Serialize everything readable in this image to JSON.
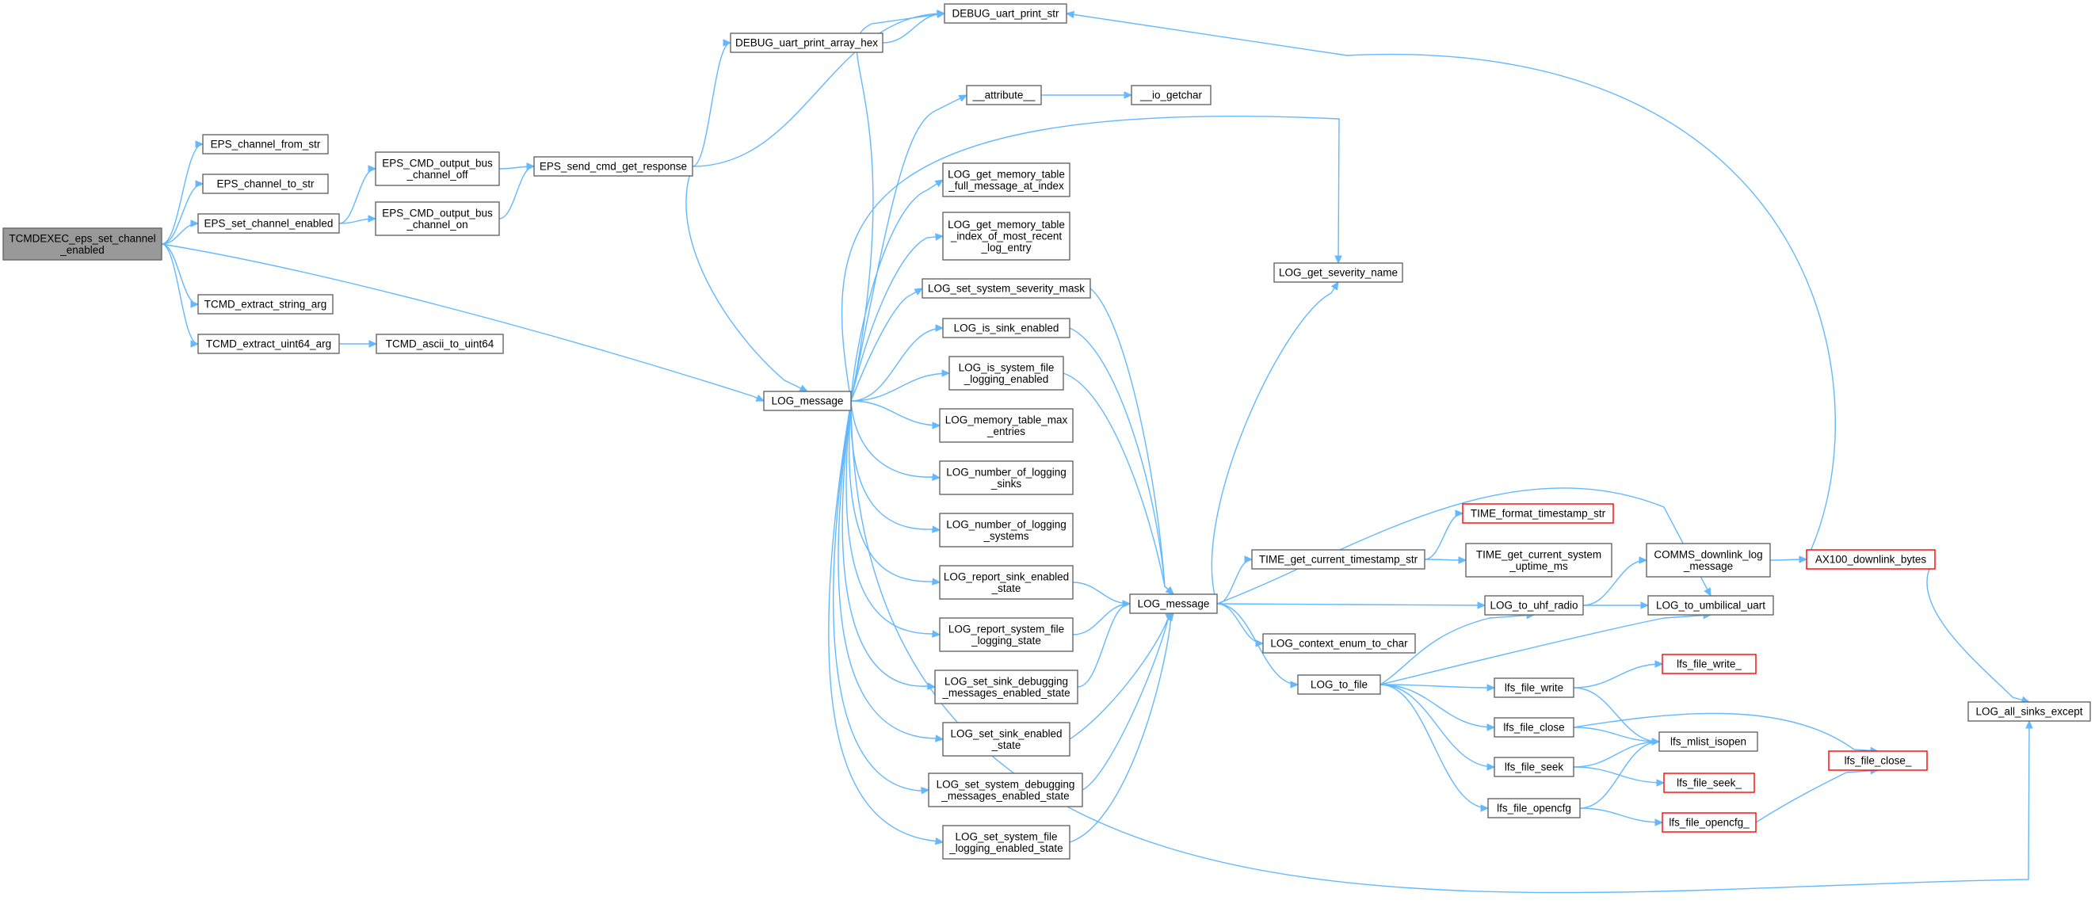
{
  "graph": {
    "type": "call-graph",
    "colors": {
      "edge": "#63b8ff",
      "node_border": "#666666",
      "node_fill": "#ffffff",
      "root_fill": "#999999",
      "truncated_border": "#ff0000"
    },
    "nodes": [
      {
        "id": "root",
        "lines": [
          "TCMDEXEC_eps_set_channel",
          "_enabled"
        ],
        "root": true
      },
      {
        "id": "eps_from_str",
        "lines": [
          "EPS_channel_from_str"
        ]
      },
      {
        "id": "eps_to_str",
        "lines": [
          "EPS_channel_to_str"
        ]
      },
      {
        "id": "eps_set_en",
        "lines": [
          "EPS_set_channel_enabled"
        ]
      },
      {
        "id": "tcmd_str",
        "lines": [
          "TCMD_extract_string_arg"
        ]
      },
      {
        "id": "tcmd_u64",
        "lines": [
          "TCMD_extract_uint64_arg"
        ]
      },
      {
        "id": "tcmd_ascii",
        "lines": [
          "TCMD_ascii_to_uint64"
        ]
      },
      {
        "id": "bus_off",
        "lines": [
          "EPS_CMD_output_bus",
          "_channel_off"
        ]
      },
      {
        "id": "bus_on",
        "lines": [
          "EPS_CMD_output_bus",
          "_channel_on"
        ]
      },
      {
        "id": "send_cmd",
        "lines": [
          "EPS_send_cmd_get_response"
        ]
      },
      {
        "id": "dbg_hex",
        "lines": [
          "DEBUG_uart_print_array_hex"
        ]
      },
      {
        "id": "dbg_str",
        "lines": [
          "DEBUG_uart_print_str"
        ]
      },
      {
        "id": "log_msg1",
        "lines": [
          "LOG_message"
        ]
      },
      {
        "id": "attr",
        "lines": [
          "__attribute__"
        ]
      },
      {
        "id": "io_getchar",
        "lines": [
          "__io_getchar"
        ]
      },
      {
        "id": "mem_full",
        "lines": [
          "LOG_get_memory_table",
          "_full_message_at_index"
        ]
      },
      {
        "id": "mem_idx",
        "lines": [
          "LOG_get_memory_table",
          "_index_of_most_recent",
          "_log_entry"
        ]
      },
      {
        "id": "sev_mask",
        "lines": [
          "LOG_set_system_severity_mask"
        ]
      },
      {
        "id": "sink_en",
        "lines": [
          "LOG_is_sink_enabled"
        ]
      },
      {
        "id": "sys_file",
        "lines": [
          "LOG_is_system_file",
          "_logging_enabled"
        ]
      },
      {
        "id": "mem_max",
        "lines": [
          "LOG_memory_table_max",
          "_entries"
        ]
      },
      {
        "id": "num_sinks",
        "lines": [
          "LOG_number_of_logging",
          "_sinks"
        ]
      },
      {
        "id": "num_sys",
        "lines": [
          "LOG_number_of_logging",
          "_systems"
        ]
      },
      {
        "id": "rep_sink",
        "lines": [
          "LOG_report_sink_enabled",
          "_state"
        ]
      },
      {
        "id": "rep_sys",
        "lines": [
          "LOG_report_system_file",
          "_logging_state"
        ]
      },
      {
        "id": "set_sink_dbg",
        "lines": [
          "LOG_set_sink_debugging",
          "_messages_enabled_state"
        ]
      },
      {
        "id": "set_sink_en",
        "lines": [
          "LOG_set_sink_enabled",
          "_state"
        ]
      },
      {
        "id": "set_sys_dbg",
        "lines": [
          "LOG_set_system_debugging",
          "_messages_enabled_state"
        ]
      },
      {
        "id": "set_sys_file",
        "lines": [
          "LOG_set_system_file",
          "_logging_enabled_state"
        ]
      },
      {
        "id": "sev_name",
        "lines": [
          "LOG_get_severity_name"
        ]
      },
      {
        "id": "log_msg2",
        "lines": [
          "LOG_message"
        ]
      },
      {
        "id": "time_fmt",
        "lines": [
          "TIME_format_timestamp_str"
        ],
        "truncated": true
      },
      {
        "id": "time_cur",
        "lines": [
          "TIME_get_current_timestamp_str"
        ]
      },
      {
        "id": "time_up",
        "lines": [
          "TIME_get_current_system",
          "_uptime_ms"
        ]
      },
      {
        "id": "ctx_enum",
        "lines": [
          "LOG_context_enum_to_char"
        ]
      },
      {
        "id": "log_file",
        "lines": [
          "LOG_to_file"
        ]
      },
      {
        "id": "uhf",
        "lines": [
          "LOG_to_uhf_radio"
        ]
      },
      {
        "id": "umb",
        "lines": [
          "LOG_to_umbilical_uart"
        ]
      },
      {
        "id": "comms",
        "lines": [
          "COMMS_downlink_log",
          "_message"
        ]
      },
      {
        "id": "ax100",
        "lines": [
          "AX100_downlink_bytes"
        ],
        "truncated": true
      },
      {
        "id": "all_sinks",
        "lines": [
          "LOG_all_sinks_except"
        ]
      },
      {
        "id": "lfs_write",
        "lines": [
          "lfs_file_write"
        ]
      },
      {
        "id": "lfs_write_",
        "lines": [
          "lfs_file_write_"
        ],
        "truncated": true
      },
      {
        "id": "lfs_close",
        "lines": [
          "lfs_file_close"
        ]
      },
      {
        "id": "lfs_mlist",
        "lines": [
          "lfs_mlist_isopen"
        ]
      },
      {
        "id": "lfs_seek",
        "lines": [
          "lfs_file_seek"
        ]
      },
      {
        "id": "lfs_seek_",
        "lines": [
          "lfs_file_seek_"
        ],
        "truncated": true
      },
      {
        "id": "lfs_opencfg",
        "lines": [
          "lfs_file_opencfg"
        ]
      },
      {
        "id": "lfs_opencfg_",
        "lines": [
          "lfs_file_opencfg_"
        ],
        "truncated": true
      },
      {
        "id": "lfs_close_",
        "lines": [
          "lfs_file_close_"
        ],
        "truncated": true
      }
    ],
    "edges": [
      [
        "root",
        "eps_from_str"
      ],
      [
        "root",
        "eps_to_str"
      ],
      [
        "root",
        "eps_set_en"
      ],
      [
        "root",
        "tcmd_str"
      ],
      [
        "root",
        "tcmd_u64"
      ],
      [
        "root",
        "log_msg1"
      ],
      [
        "tcmd_u64",
        "tcmd_ascii"
      ],
      [
        "eps_set_en",
        "bus_off"
      ],
      [
        "eps_set_en",
        "bus_on"
      ],
      [
        "bus_off",
        "send_cmd"
      ],
      [
        "bus_on",
        "send_cmd"
      ],
      [
        "send_cmd",
        "dbg_hex"
      ],
      [
        "send_cmd",
        "dbg_str"
      ],
      [
        "send_cmd",
        "log_msg1"
      ],
      [
        "dbg_hex",
        "dbg_str"
      ],
      [
        "log_msg1",
        "dbg_str"
      ],
      [
        "log_msg1",
        "attr"
      ],
      [
        "log_msg1",
        "sev_name"
      ],
      [
        "log_msg1",
        "mem_full"
      ],
      [
        "log_msg1",
        "mem_idx"
      ],
      [
        "log_msg1",
        "sev_mask"
      ],
      [
        "log_msg1",
        "sink_en"
      ],
      [
        "log_msg1",
        "sys_file"
      ],
      [
        "log_msg1",
        "mem_max"
      ],
      [
        "log_msg1",
        "num_sinks"
      ],
      [
        "log_msg1",
        "num_sys"
      ],
      [
        "log_msg1",
        "rep_sink"
      ],
      [
        "log_msg1",
        "rep_sys"
      ],
      [
        "log_msg1",
        "set_sink_dbg"
      ],
      [
        "log_msg1",
        "set_sink_en"
      ],
      [
        "log_msg1",
        "set_sys_dbg"
      ],
      [
        "log_msg1",
        "set_sys_file"
      ],
      [
        "log_msg1",
        "all_sinks"
      ],
      [
        "attr",
        "io_getchar"
      ],
      [
        "sev_mask",
        "log_msg2"
      ],
      [
        "sink_en",
        "log_msg2"
      ],
      [
        "sys_file",
        "log_msg2"
      ],
      [
        "rep_sink",
        "log_msg2"
      ],
      [
        "rep_sys",
        "log_msg2"
      ],
      [
        "set_sink_dbg",
        "log_msg2"
      ],
      [
        "set_sink_en",
        "log_msg2"
      ],
      [
        "set_sys_dbg",
        "log_msg2"
      ],
      [
        "set_sys_file",
        "log_msg2"
      ],
      [
        "log_msg2",
        "sev_name"
      ],
      [
        "log_msg2",
        "time_cur"
      ],
      [
        "log_msg2",
        "ctx_enum"
      ],
      [
        "log_msg2",
        "log_file"
      ],
      [
        "log_msg2",
        "uhf"
      ],
      [
        "log_msg2",
        "umb"
      ],
      [
        "time_cur",
        "time_fmt"
      ],
      [
        "time_cur",
        "time_up"
      ],
      [
        "log_file",
        "uhf"
      ],
      [
        "log_file",
        "umb"
      ],
      [
        "log_file",
        "lfs_write"
      ],
      [
        "log_file",
        "lfs_close"
      ],
      [
        "log_file",
        "lfs_seek"
      ],
      [
        "log_file",
        "lfs_opencfg"
      ],
      [
        "uhf",
        "comms"
      ],
      [
        "uhf",
        "umb"
      ],
      [
        "comms",
        "ax100"
      ],
      [
        "ax100",
        "all_sinks"
      ],
      [
        "ax100",
        "dbg_str"
      ],
      [
        "lfs_write",
        "lfs_write_"
      ],
      [
        "lfs_write",
        "lfs_mlist"
      ],
      [
        "lfs_close",
        "lfs_mlist"
      ],
      [
        "lfs_close",
        "lfs_close_"
      ],
      [
        "lfs_seek",
        "lfs_mlist"
      ],
      [
        "lfs_seek",
        "lfs_seek_"
      ],
      [
        "lfs_opencfg",
        "lfs_mlist"
      ],
      [
        "lfs_opencfg",
        "lfs_opencfg_"
      ],
      [
        "lfs_opencfg_",
        "lfs_close_"
      ]
    ]
  }
}
